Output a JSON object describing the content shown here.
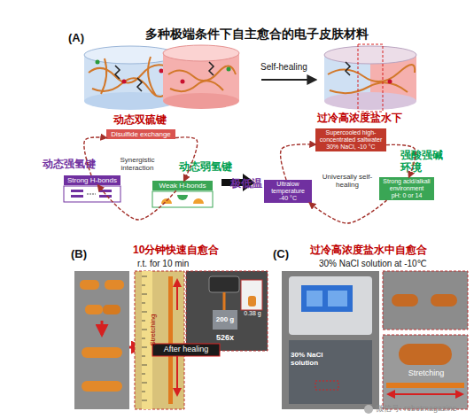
{
  "diagram": {
    "title": "多种极端条件下自主愈合的电子皮肤材料",
    "nodes": [
      {
        "text": [
          "动态双硫键",
          "Disulfide exchange"
        ]
      },
      {
        "text": [
          "动态强氢键",
          "Strong H-bonds"
        ]
      },
      {
        "text": [
          "动态弱氢键",
          "Weak H-bonds"
        ]
      },
      {
        "text": [
          "过冷高浓度盐水下",
          "Supercooled high-concentrated saltwater",
          "30% NaCl, -10 °C"
        ]
      },
      {
        "text": [
          "极低温",
          "Ultralow temperature",
          "-40 °C"
        ]
      },
      {
        "text": [
          "强酸强碱环境",
          "Strong acid/alkali environment",
          "pH: 0 or 14"
        ]
      }
    ],
    "edges": [
      {
        "from": 1,
        "to": 0,
        "arrow": "to"
      },
      {
        "from": 0,
        "to": 2,
        "arrow": "to"
      },
      {
        "from": 2,
        "to": 1,
        "arrow": "to"
      },
      {
        "from": 4,
        "to": 3,
        "arrow": "to"
      },
      {
        "from": 3,
        "to": 5,
        "arrow": "to"
      },
      {
        "from": 5,
        "to": 4,
        "arrow": "to"
      }
    ],
    "labels": [
      "(A)",
      "Self-healing",
      "Synergistic interaction",
      "Universally self-healing",
      "(B)",
      "10分钟快速自愈合",
      "r.t. for 10 min",
      "Stretching",
      "0.38 g",
      "200 g",
      "526x",
      "After healing",
      "(C)",
      "过冷高浓度盐水中自愈合",
      "30% NaCl solution at -10℃",
      "30% NaCl solution",
      "Stretching",
      "微信号: robotmagazine"
    ]
  }
}
